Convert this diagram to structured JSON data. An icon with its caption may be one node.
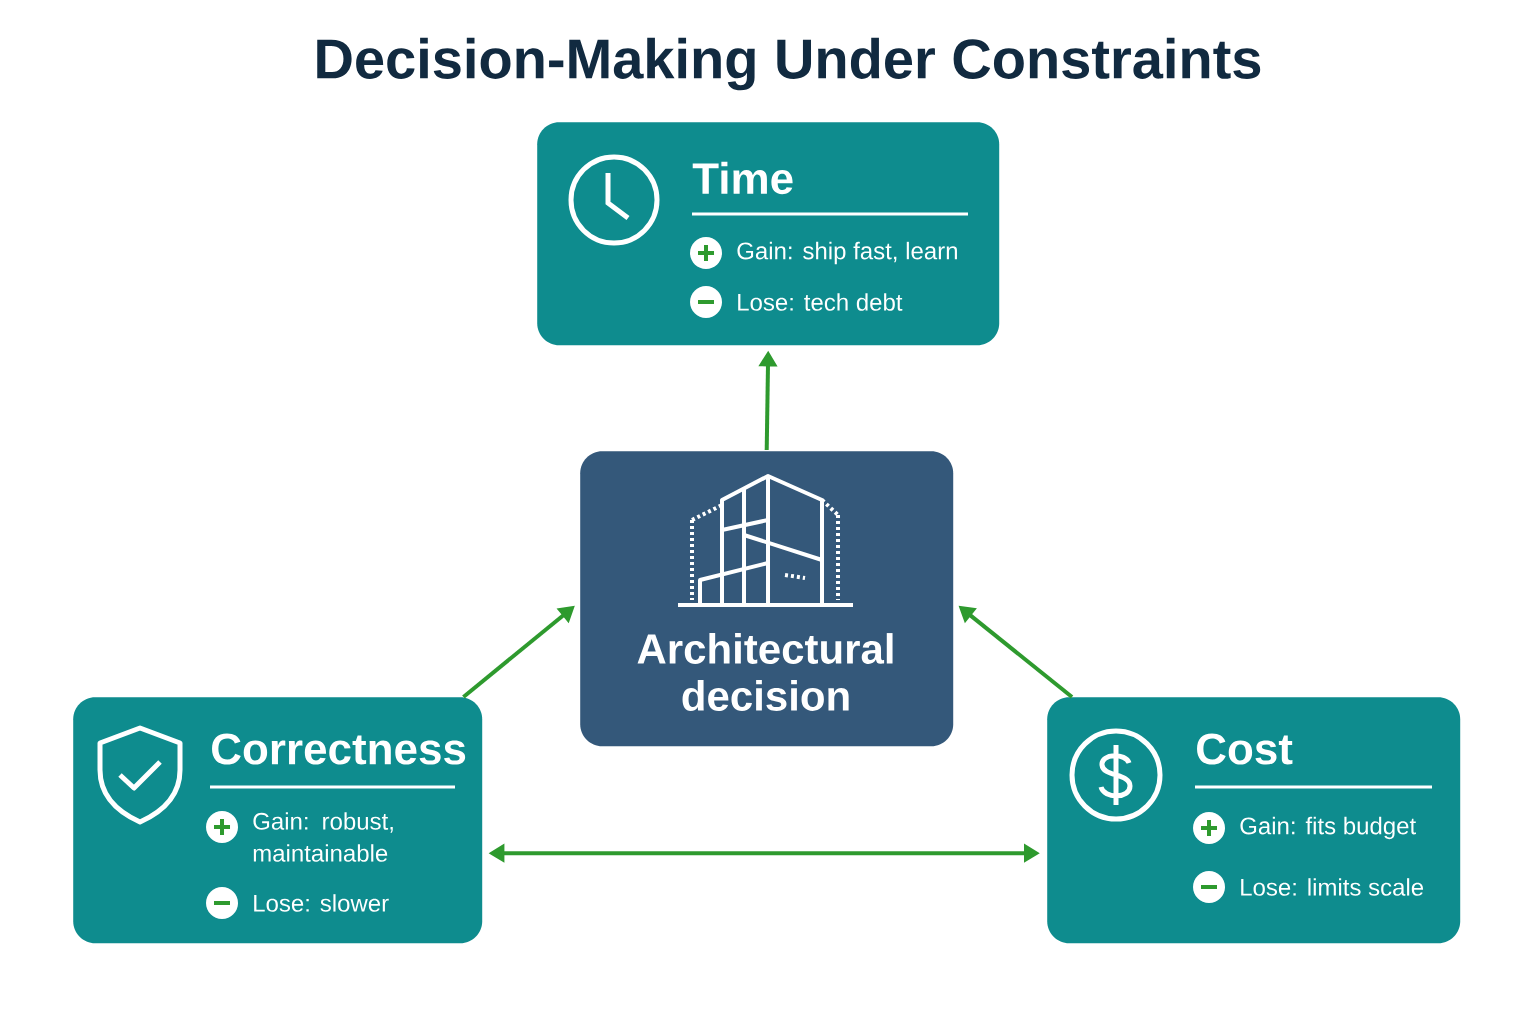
{
  "diagram": {
    "title": "Decision-Making Under Constraints",
    "nodes": [
      {
        "text": [
          "Time",
          "Gain: ship fast, learn",
          "Lose: tech debt"
        ]
      },
      {
        "text": [
          "Architectural decision"
        ]
      },
      {
        "text": [
          "Correctness",
          "Gain: robust, maintainable",
          "Lose: slower"
        ]
      },
      {
        "text": [
          "Cost",
          "Gain: fits budget",
          "Lose: limits scale"
        ]
      }
    ],
    "edges": [
      {
        "from": 1,
        "to": 0,
        "arrow": "to"
      },
      {
        "from": 2,
        "to": 1,
        "arrow": "to"
      },
      {
        "from": 3,
        "to": 1,
        "arrow": "to"
      },
      {
        "from": 2,
        "to": 3,
        "arrow": "both"
      }
    ]
  }
}
